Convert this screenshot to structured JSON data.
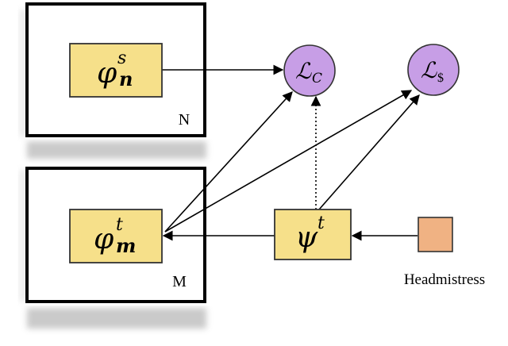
{
  "plates": {
    "outer": {
      "label": "N"
    },
    "inner": {
      "label": "M"
    }
  },
  "nodes": {
    "phi_s": {
      "base": "φ",
      "sup": "s",
      "sub": "n"
    },
    "phi_t": {
      "base": "φ",
      "sup": "t",
      "sub": "m"
    },
    "psi_t": {
      "base": "ψ",
      "sup": "t"
    },
    "loss_c": {
      "base": "ℒ",
      "sub": "C"
    },
    "loss_dollar": {
      "base": "ℒ",
      "sub": "$"
    },
    "headmistress": {
      "label": "Headmistress"
    }
  },
  "colors": {
    "box_fill": "#f6e08a",
    "box_stroke": "#333333",
    "loss_fill": "#c79ee6",
    "headmistress_fill": "#f0b283",
    "edge": "#000000"
  }
}
